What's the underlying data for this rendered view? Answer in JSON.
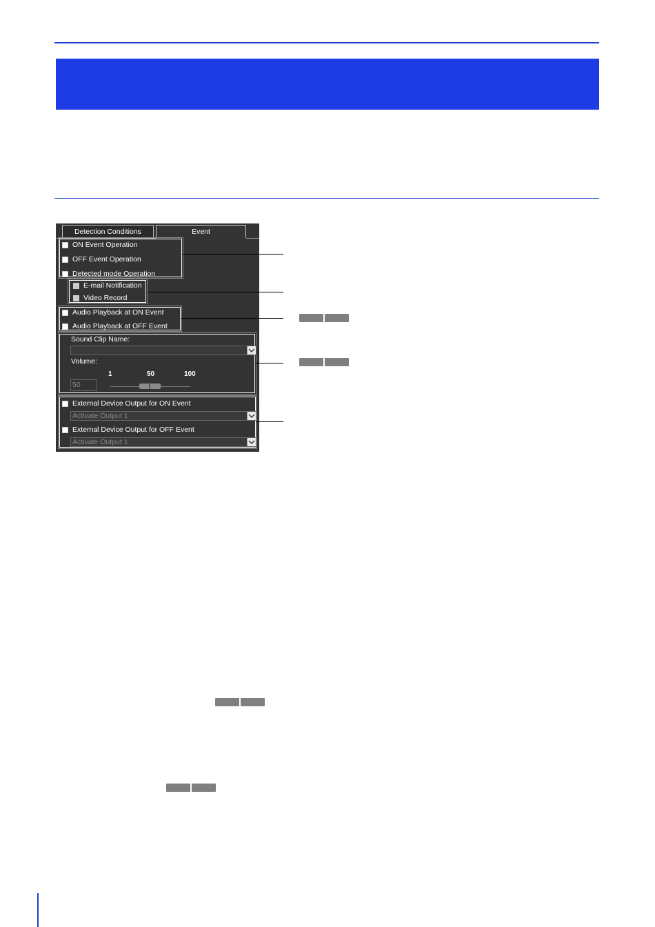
{
  "panel": {
    "tabs": [
      {
        "label": "Detection Conditions"
      },
      {
        "label": "Event"
      }
    ],
    "operations": {
      "on_event": "ON Event Operation",
      "off_event": "OFF Event Operation",
      "detected_mode": "Detected mode Operation"
    },
    "notifications": {
      "email": "E-mail Notification",
      "video_record": "Video Record"
    },
    "audio": {
      "on_event": "Audio Playback at ON Event",
      "off_event": "Audio Playback at OFF Event"
    },
    "sound": {
      "clip_label": "Sound Clip Name:",
      "clip_value": "",
      "volume_label": "Volume:",
      "volume_value": "50",
      "scale": [
        "1",
        "50",
        "100"
      ],
      "volume_level": 50
    },
    "external": {
      "on_event": "External Device Output for ON Event",
      "on_select": "Activate Output 1",
      "off_event": "External Device Output for OFF Event",
      "off_select": "Activate Output 1"
    }
  }
}
